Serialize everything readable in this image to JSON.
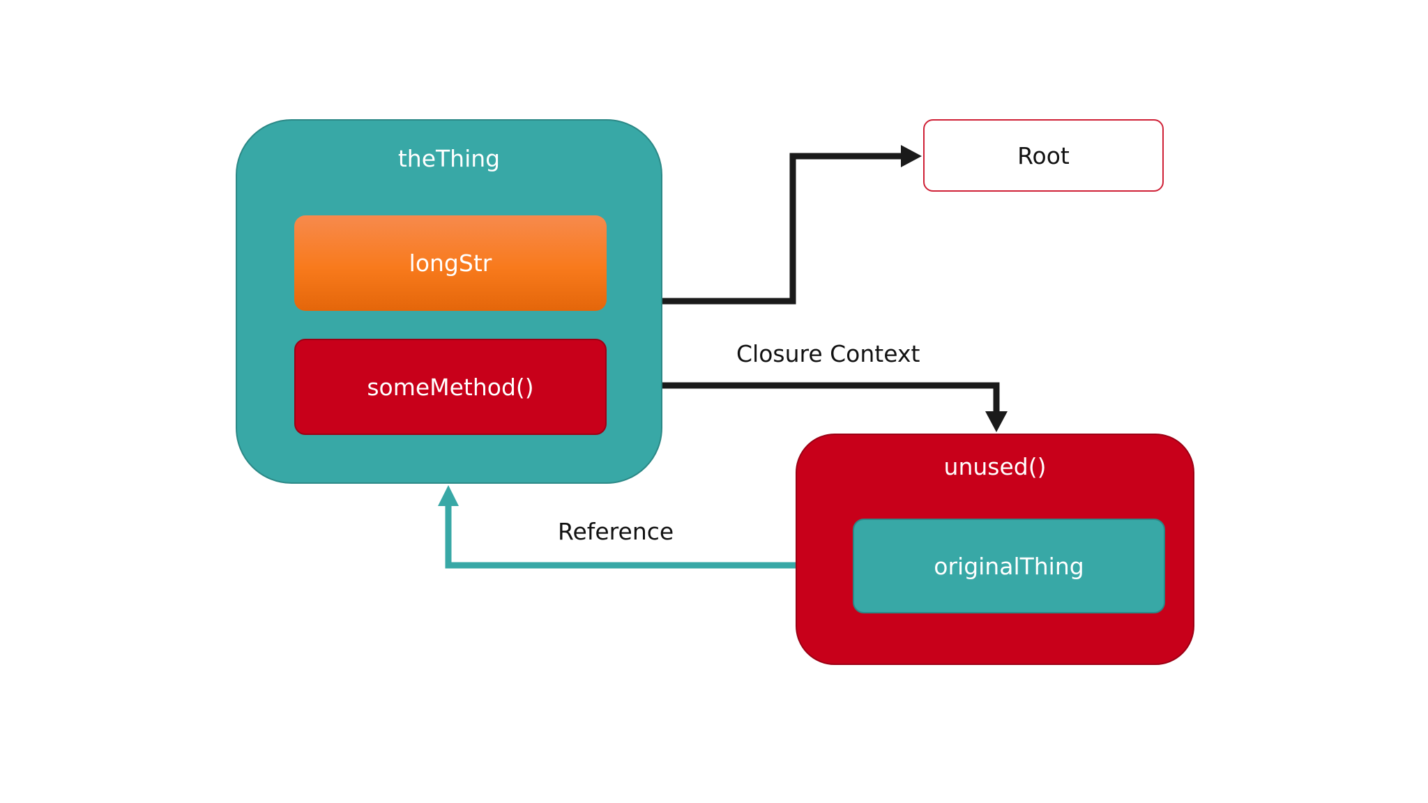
{
  "nodes": {
    "the_thing": "theThing",
    "long_str": "longStr",
    "some_method": "someMethod()",
    "root": "Root",
    "unused": "unused()",
    "original_thing": "originalThing"
  },
  "edges": {
    "closure_context": "Closure Context",
    "reference": "Reference"
  },
  "colors": {
    "teal": "#38a8a6",
    "red": "#c8001a",
    "orange": "#f87a1c",
    "root_border": "#cf1f35",
    "arrow_dark": "#1a1a1a"
  }
}
